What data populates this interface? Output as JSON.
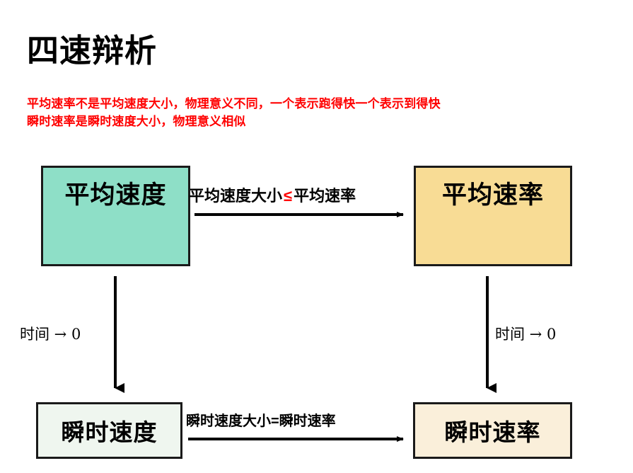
{
  "slide": {
    "title": "四速辩析",
    "background_color": "#ffffff",
    "notes": {
      "color": "#ff0000",
      "lines": [
        "平均速率不是平均速度大小，物理意义不同，一个表示跑得快一个表示到得快",
        "瞬时速率是瞬时速度大小，物理意义相似"
      ]
    },
    "boxes": [
      {
        "id": "avg-velocity",
        "label": "平均速度",
        "fill": "#8edfc7",
        "border": "#1a1a1a"
      },
      {
        "id": "avg-speed",
        "label": "平均速率",
        "fill": "#f8dc95",
        "border": "#1a1a1a"
      },
      {
        "id": "inst-velocity",
        "label": "瞬时速度",
        "fill": "#eff6ef",
        "border": "#1a1a1a"
      },
      {
        "id": "inst-speed",
        "label": "瞬时速率",
        "fill": "#faefda",
        "border": "#1a1a1a"
      }
    ],
    "arrows": {
      "top_horizontal": {
        "label_left": "平均速度大小",
        "relation": "≤",
        "relation_color": "#ff0000",
        "label_right": "平均速率",
        "direction": "right"
      },
      "bottom_horizontal": {
        "label_left": "瞬时速度大小",
        "relation": "=",
        "relation_color": "#000000",
        "label_right": "瞬时速率",
        "direction": "right"
      },
      "left_vertical": {
        "label": "时间 → 0",
        "direction": "down"
      },
      "right_vertical": {
        "label": "时间 → 0",
        "direction": "down"
      }
    }
  }
}
